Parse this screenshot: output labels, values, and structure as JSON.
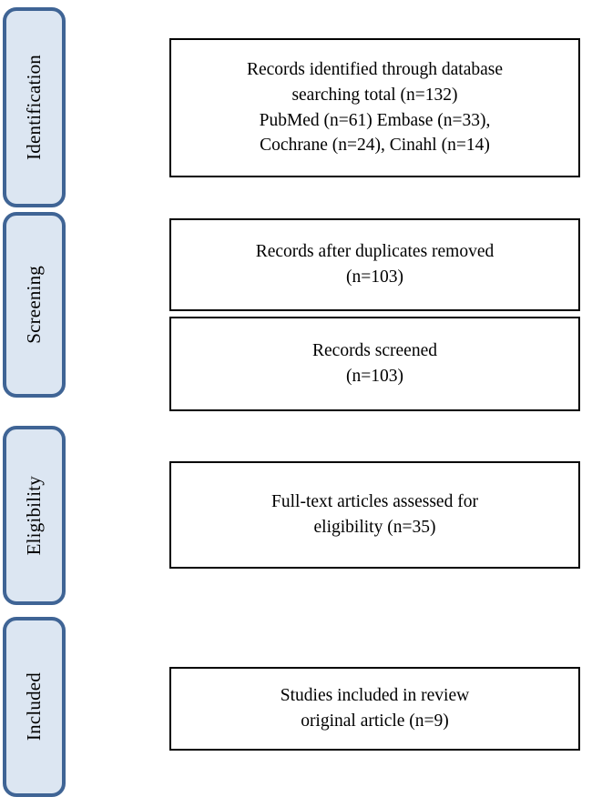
{
  "diagram": {
    "type": "prisma-flow-diagram",
    "colors": {
      "pill_fill": "#dce6f2",
      "pill_border": "#3f6495",
      "box_border": "#000000",
      "box_fill": "#ffffff",
      "text": "#000000"
    }
  },
  "stages": [
    {
      "id": "identification",
      "label": "Identification"
    },
    {
      "id": "screening",
      "label": "Screening"
    },
    {
      "id": "eligibility",
      "label": "Eligibility"
    },
    {
      "id": "included",
      "label": "Included"
    }
  ],
  "boxes": {
    "identified": {
      "lines": [
        "Records identified through database",
        "searching total (n=132)",
        "PubMed (n=61) Embase (n=33),",
        "Cochrane (n=24), Cinahl (n=14)"
      ],
      "counts": {
        "total": 132,
        "pubmed": 61,
        "embase": 33,
        "cochrane": 24,
        "cinahl": 14
      }
    },
    "duplicates": {
      "lines": [
        "Records after duplicates removed",
        "(n=103)"
      ],
      "counts": {
        "total": 103
      }
    },
    "screened": {
      "lines": [
        "Records screened",
        "(n=103)"
      ],
      "counts": {
        "total": 103
      }
    },
    "fulltext": {
      "lines": [
        "Full-text articles assessed for",
        "eligibility (n=35)"
      ],
      "counts": {
        "total": 35
      }
    },
    "included_studies": {
      "lines": [
        "Studies included in review",
        "original article (n=9)"
      ],
      "counts": {
        "total": 9
      }
    }
  }
}
